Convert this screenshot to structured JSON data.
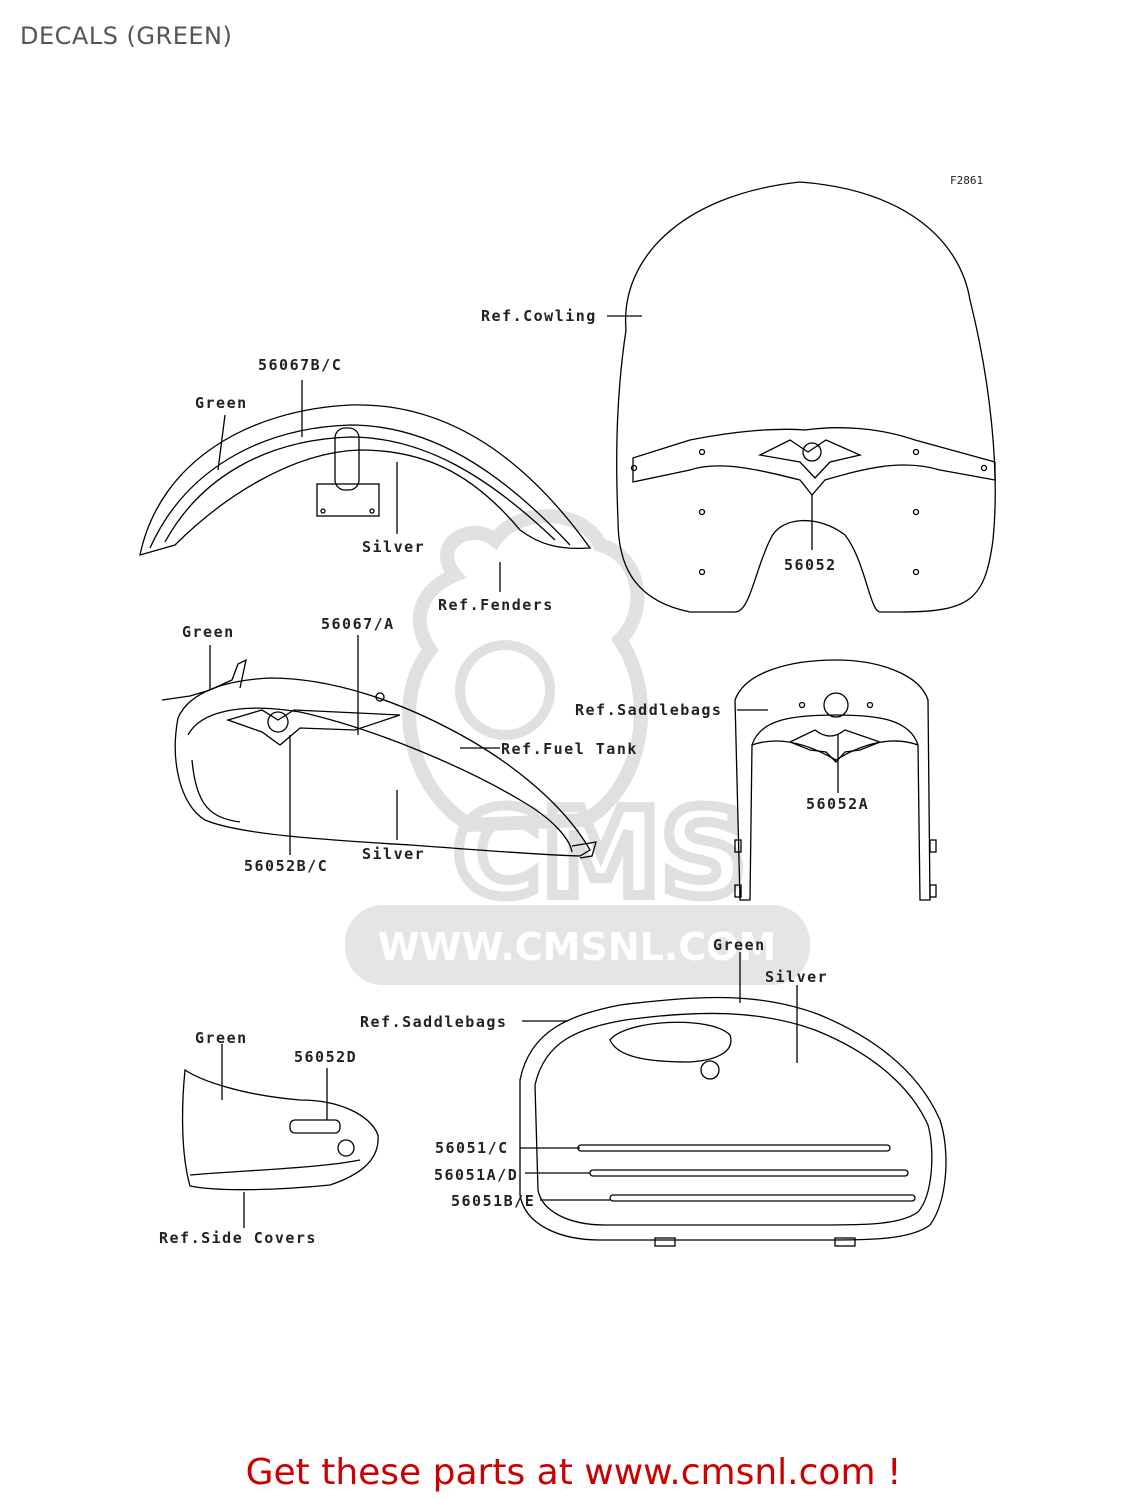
{
  "title": "DECALS (GREEN)",
  "figure_code": "F2861",
  "watermark": {
    "logo_text": "CMS",
    "url": "WWW.CMSNL.COM"
  },
  "labels": {
    "ref_cowling": "Ref.Cowling",
    "part_56067bc": "56067B/C",
    "green_fender": "Green",
    "silver_fender": "Silver",
    "ref_fenders": "Ref.Fenders",
    "part_56052": "56052",
    "green_tank": "Green",
    "part_56067a": "56067/A",
    "ref_fuel_tank": "Ref.Fuel Tank",
    "silver_tank": "Silver",
    "part_56052bc": "56052B/C",
    "ref_saddlebags_top": "Ref.Saddlebags",
    "part_56052a": "56052A",
    "green_saddlebag": "Green",
    "silver_saddlebag": "Silver",
    "ref_saddlebags_bottom": "Ref.Saddlebags",
    "green_sidecover": "Green",
    "part_56052d": "56052D",
    "part_56051c": "56051/C",
    "part_56051ad": "56051A/D",
    "part_56051be": "56051B/E",
    "ref_side_covers": "Ref.Side Covers"
  },
  "footer": {
    "text": "Get these parts at www.cmsnl.com !",
    "color": "#cc0000"
  },
  "colors": {
    "line": "#000000",
    "watermark": "#c8c8c8",
    "title": "#555555"
  }
}
